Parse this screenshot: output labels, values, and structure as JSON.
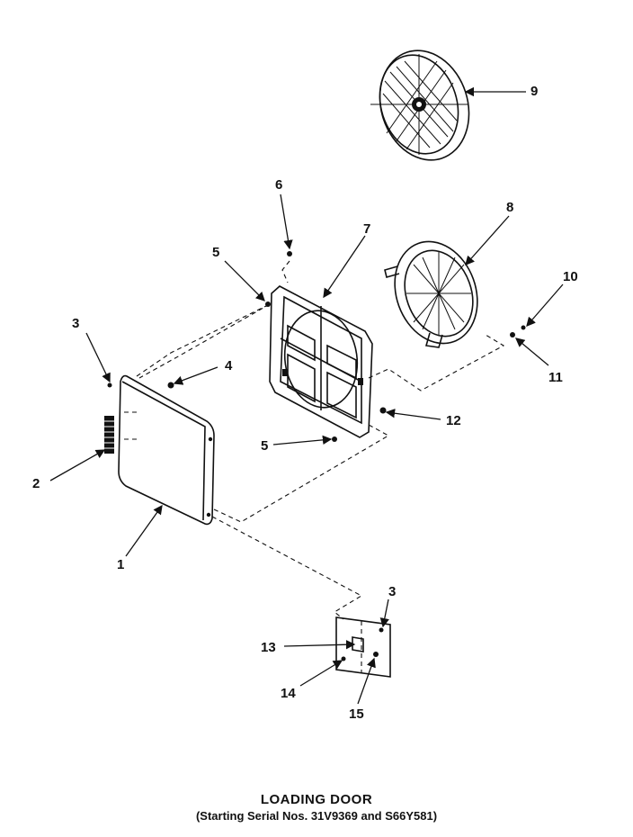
{
  "caption": {
    "title": "LOADING DOOR",
    "subtitle": "(Starting Serial Nos. 31V9369 and S66Y581)"
  },
  "callouts": {
    "c1": "1",
    "c2": "2",
    "c3a": "3",
    "c3b": "3",
    "c4": "4",
    "c5a": "5",
    "c5b": "5",
    "c6": "6",
    "c7": "7",
    "c8": "8",
    "c9": "9",
    "c10": "10",
    "c11": "11",
    "c12": "12",
    "c13": "13",
    "c14": "14",
    "c15": "15"
  }
}
